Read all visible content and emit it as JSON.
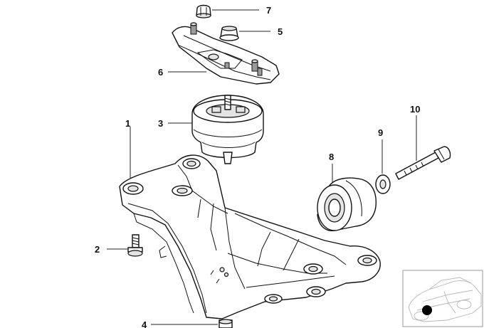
{
  "diagram": {
    "callouts": [
      {
        "id": "c1",
        "label": "1"
      },
      {
        "id": "c2",
        "label": "2"
      },
      {
        "id": "c3",
        "label": "3"
      },
      {
        "id": "c4",
        "label": "4"
      },
      {
        "id": "c5",
        "label": "5"
      },
      {
        "id": "c6",
        "label": "6"
      },
      {
        "id": "c7",
        "label": "7"
      },
      {
        "id": "c8",
        "label": "8"
      },
      {
        "id": "c9",
        "label": "9"
      },
      {
        "id": "c10",
        "label": "10"
      }
    ],
    "parts": [
      {
        "name": "transmission-support-crossmember",
        "callout": "1"
      },
      {
        "name": "mounting-bolt",
        "callout": "2"
      },
      {
        "name": "transmission-mount",
        "callout": "3"
      },
      {
        "name": "lower-nut",
        "callout": "4"
      },
      {
        "name": "upper-nut",
        "callout": "5"
      },
      {
        "name": "mounting-bracket",
        "callout": "6"
      },
      {
        "name": "cap-nut",
        "callout": "7"
      },
      {
        "name": "rubber-bushing",
        "callout": "8"
      },
      {
        "name": "washer",
        "callout": "9"
      },
      {
        "name": "hex-bolt",
        "callout": "10"
      }
    ],
    "inset": {
      "icon": "car-silhouette-icon",
      "marker_color": "#000000"
    }
  }
}
